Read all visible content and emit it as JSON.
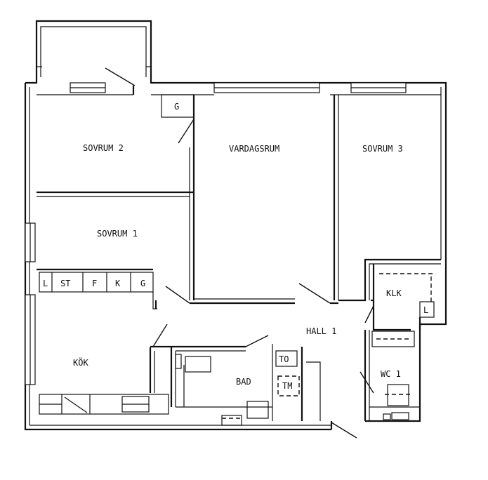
{
  "rooms": {
    "sovrum2": "SOVRUM 2",
    "vardagsrum": "VARDAGSRUM",
    "sovrum3": "SOVRUM 3",
    "sovrum1": "SOVRUM 1",
    "kok": "KÖK",
    "bad": "BAD",
    "hall": "HALL 1",
    "klk": "KLK",
    "wc": "WC 1"
  },
  "fixtures": {
    "wardrobe_g": "G",
    "kitchen_l": "L",
    "kitchen_st": "ST",
    "kitchen_f": "F",
    "kitchen_k": "K",
    "kitchen_g": "G",
    "klk_l": "L",
    "bath_to": "TO",
    "bath_tm": "TM"
  }
}
